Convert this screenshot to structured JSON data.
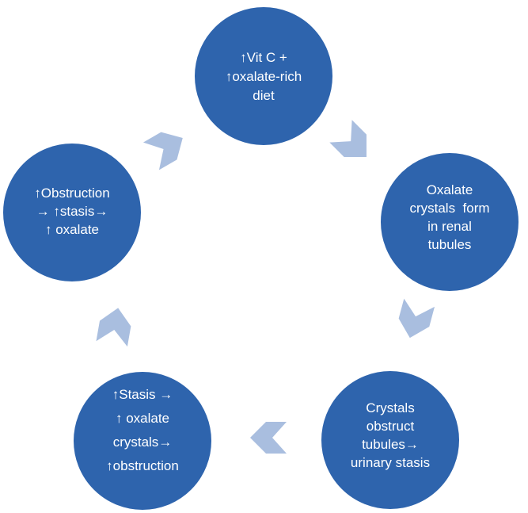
{
  "diagram": {
    "colors": {
      "node_fill": "#2e64ad",
      "node_text": "#ffffff",
      "arrow_fill": "#a9bedf",
      "background": "#ffffff"
    },
    "nodes": [
      {
        "id": "vit-c-diet",
        "lines": [
          "↑Vit C +",
          "↑oxalate-rich",
          "diet"
        ]
      },
      {
        "id": "crystals-form",
        "lines": [
          "Oxalate",
          "crystals  form",
          "in renal",
          "tubules"
        ]
      },
      {
        "id": "crystals-obstruct",
        "lines": [
          "Crystals",
          "obstruct",
          "tubules→",
          "urinary stasis"
        ]
      },
      {
        "id": "stasis-oxalate",
        "lines": [
          "↑Stasis →",
          "↑ oxalate",
          "crystals→",
          "↑obstruction"
        ]
      },
      {
        "id": "obstruction-stasis",
        "lines": [
          "↑Obstruction",
          "→ ↑stasis→",
          "↑ oxalate"
        ]
      }
    ],
    "arrows": [
      {
        "from": "vit-c-diet",
        "to": "crystals-form",
        "icon": "chevron-arrow-icon"
      },
      {
        "from": "crystals-form",
        "to": "crystals-obstruct",
        "icon": "chevron-arrow-icon"
      },
      {
        "from": "crystals-obstruct",
        "to": "stasis-oxalate",
        "icon": "chevron-arrow-icon"
      },
      {
        "from": "stasis-oxalate",
        "to": "obstruction-stasis",
        "icon": "chevron-arrow-icon"
      },
      {
        "from": "obstruction-stasis",
        "to": "vit-c-diet",
        "icon": "chevron-arrow-icon"
      }
    ]
  }
}
